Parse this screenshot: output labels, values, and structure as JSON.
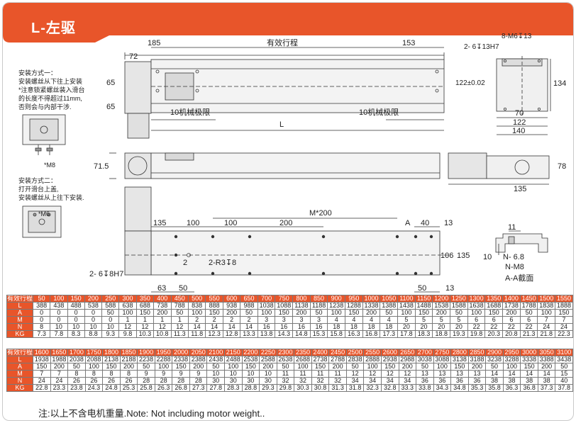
{
  "title": "L-左驱",
  "colors": {
    "accent": "#e8552a",
    "line": "#333333",
    "table_header_text": "#ffffff"
  },
  "mount_note_1": [
    "安装方式一：",
    "安装螺丝从下往上安装",
    "*注意锁紧螺丝装入滑台",
    "的长度不得超过11mm,",
    "否则会与内部干涉."
  ],
  "mount_note_1_screw": "*M8",
  "mount_note_2": [
    "安装方式二：",
    "打开滑台上盖,",
    "安装螺丝从上往下安装."
  ],
  "mount_note_2_screw": "*M6",
  "dims": {
    "d185": "185",
    "d72": "72",
    "stroke": "有效行程",
    "d153": "153",
    "d8m6": "8-M6↧13",
    "d2_6_13h7": "2-  6↧13H7",
    "d65a": "65",
    "d65b": "65",
    "d122pm": "122±0.02",
    "d134": "134",
    "d70": "70",
    "d122": "122",
    "d140": "140",
    "limit_left": "10机械极限",
    "limit_right": "10机械极限",
    "dL": "L",
    "d71_5": "71.5",
    "d78": "78",
    "d135side": "135",
    "dM200": "M*200",
    "dA": "A",
    "d40": "40",
    "d13a": "13",
    "d135b": "135",
    "d100a": "100",
    "d100b": "100",
    "d200": "200",
    "d106": "106",
    "d135v": "135",
    "d2": "2",
    "d2r3": "2-R3↧8",
    "d2_6_8h7": "2-  6↧8H7",
    "d63": "63",
    "d50a": "50",
    "d50b": "50",
    "d13b": "13",
    "d11": "11",
    "d10": "10",
    "dN68": "N-  6.8",
    "dNM8": "N-M8",
    "section": "A-A截面"
  },
  "table1": {
    "header": "有效行程",
    "strokes": [
      "50",
      "100",
      "150",
      "200",
      "250",
      "300",
      "350",
      "400",
      "450",
      "500",
      "550",
      "600",
      "650",
      "700",
      "750",
      "800",
      "850",
      "900",
      "950",
      "1000",
      "1050",
      "1100",
      "1150",
      "1200",
      "1250",
      "1300",
      "1350",
      "1400",
      "1450",
      "1500",
      "1550"
    ],
    "rows": [
      {
        "label": "L",
        "values": [
          "388",
          "438",
          "488",
          "538",
          "588",
          "638",
          "688",
          "738",
          "788",
          "838",
          "888",
          "938",
          "988",
          "1038",
          "1088",
          "1138",
          "1188",
          "1238",
          "1288",
          "1338",
          "1388",
          "1438",
          "1488",
          "1538",
          "1588",
          "1638",
          "1688",
          "1738",
          "1788",
          "1838",
          "1888"
        ]
      },
      {
        "label": "A",
        "values": [
          "0",
          "0",
          "0",
          "0",
          "50",
          "100",
          "150",
          "200",
          "50",
          "100",
          "150",
          "200",
          "50",
          "100",
          "150",
          "200",
          "50",
          "100",
          "150",
          "200",
          "50",
          "100",
          "150",
          "200",
          "50",
          "100",
          "150",
          "200",
          "50",
          "100",
          "150"
        ]
      },
      {
        "label": "M",
        "values": [
          "0",
          "0",
          "0",
          "0",
          "0",
          "1",
          "1",
          "1",
          "1",
          "2",
          "2",
          "2",
          "2",
          "3",
          "3",
          "3",
          "3",
          "4",
          "4",
          "4",
          "4",
          "5",
          "5",
          "5",
          "5",
          "6",
          "6",
          "6",
          "6",
          "7",
          "7"
        ]
      },
      {
        "label": "N",
        "values": [
          "8",
          "10",
          "10",
          "10",
          "10",
          "12",
          "12",
          "12",
          "12",
          "14",
          "14",
          "14",
          "14",
          "16",
          "16",
          "16",
          "16",
          "18",
          "18",
          "18",
          "18",
          "20",
          "20",
          "20",
          "20",
          "22",
          "22",
          "22",
          "22",
          "24",
          "24"
        ]
      },
      {
        "label": "KG",
        "values": [
          "7.3",
          "7.8",
          "8.3",
          "8.8",
          "9.3",
          "9.8",
          "10.3",
          "10.8",
          "11.3",
          "11.8",
          "12.3",
          "12.8",
          "13.3",
          "13.8",
          "14.3",
          "14.8",
          "15.3",
          "15.8",
          "16.3",
          "16.8",
          "17.3",
          "17.8",
          "18.3",
          "18.8",
          "19.3",
          "19.8",
          "20.3",
          "20.8",
          "21.3",
          "21.8",
          "22.3"
        ]
      }
    ]
  },
  "table2": {
    "header": "有效行程",
    "strokes": [
      "1600",
      "1650",
      "1700",
      "1750",
      "1800",
      "1850",
      "1900",
      "1950",
      "2000",
      "2050",
      "2100",
      "2150",
      "2200",
      "2250",
      "2300",
      "2350",
      "2400",
      "2450",
      "2500",
      "2550",
      "2600",
      "2650",
      "2700",
      "2750",
      "2800",
      "2850",
      "2900",
      "2950",
      "3000",
      "3050",
      "3100"
    ],
    "rows": [
      {
        "label": "L",
        "values": [
          "1938",
          "1988",
          "2038",
          "2088",
          "2138",
          "2188",
          "2238",
          "2288",
          "2338",
          "2388",
          "2438",
          "2488",
          "2538",
          "2588",
          "2638",
          "2688",
          "2738",
          "2788",
          "2838",
          "2888",
          "2938",
          "2988",
          "3038",
          "3088",
          "3138",
          "3188",
          "3238",
          "3288",
          "3338",
          "3388",
          "3438"
        ]
      },
      {
        "label": "A",
        "values": [
          "150",
          "200",
          "50",
          "100",
          "150",
          "200",
          "50",
          "100",
          "150",
          "200",
          "50",
          "100",
          "150",
          "200",
          "50",
          "100",
          "150",
          "200",
          "50",
          "100",
          "150",
          "200",
          "50",
          "100",
          "150",
          "200",
          "50",
          "100",
          "150",
          "200",
          "50"
        ]
      },
      {
        "label": "M",
        "values": [
          "7",
          "7",
          "8",
          "8",
          "8",
          "8",
          "9",
          "9",
          "9",
          "9",
          "10",
          "10",
          "10",
          "10",
          "11",
          "11",
          "11",
          "11",
          "12",
          "12",
          "12",
          "12",
          "13",
          "13",
          "13",
          "13",
          "14",
          "14",
          "14",
          "14",
          "15"
        ]
      },
      {
        "label": "N",
        "values": [
          "24",
          "24",
          "26",
          "26",
          "26",
          "26",
          "28",
          "28",
          "28",
          "28",
          "30",
          "30",
          "30",
          "30",
          "32",
          "32",
          "32",
          "32",
          "34",
          "34",
          "34",
          "34",
          "36",
          "36",
          "36",
          "36",
          "38",
          "38",
          "38",
          "38",
          "40"
        ]
      },
      {
        "label": "KG",
        "values": [
          "22.8",
          "23.3",
          "23.8",
          "24.3",
          "24.8",
          "25.3",
          "25.8",
          "26.3",
          "26.8",
          "27.3",
          "27.8",
          "28.3",
          "28.8",
          "29.3",
          "29.8",
          "30.3",
          "30.8",
          "31.3",
          "31.8",
          "32.3",
          "32.8",
          "33.3",
          "33.8",
          "34.3",
          "34.8",
          "35.3",
          "35.8",
          "36.3",
          "36.8",
          "37.3",
          "37.8"
        ]
      }
    ]
  },
  "footnote": "注:以上不含电机重量.Note: Not including motor weight.."
}
